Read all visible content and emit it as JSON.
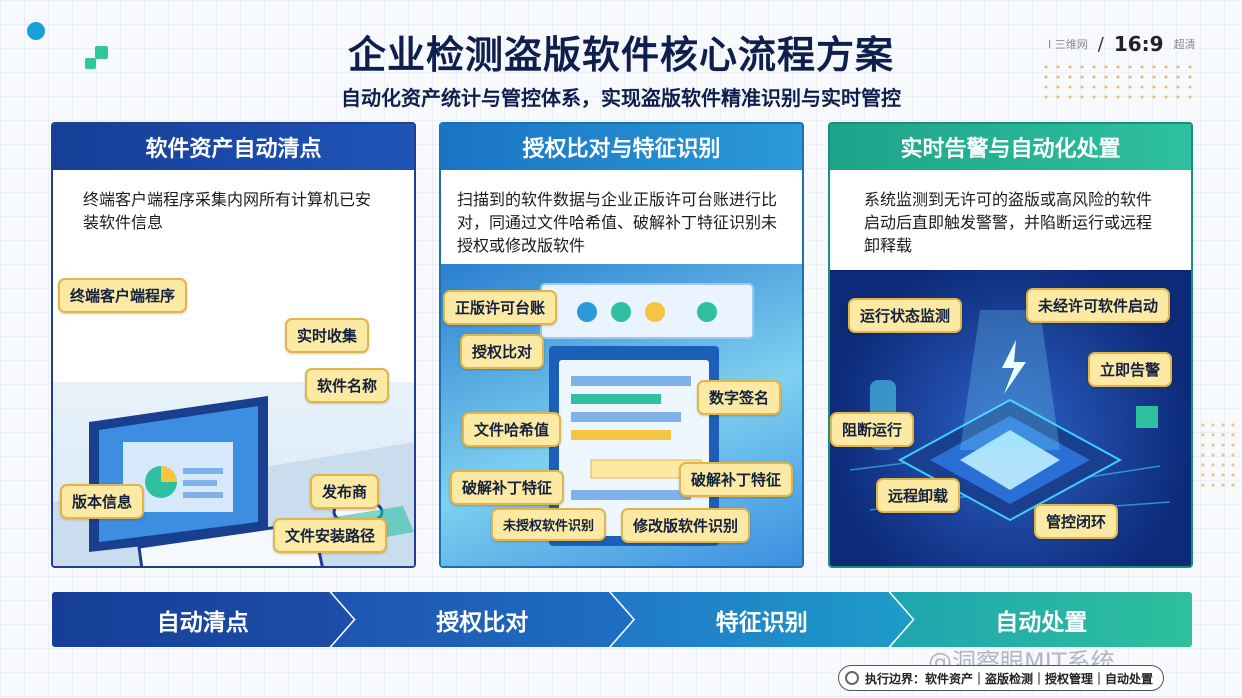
{
  "header": {
    "title": "企业检测盗版软件核心流程方案",
    "subtitle": "自动化资产统计与管控体系，实现盗版软件精准识别与实时管控",
    "brand_text": "I 三维网",
    "slash": "/",
    "ratio": "16:9",
    "ratio_note": "超清"
  },
  "cards": [
    {
      "title": "软件资产自动清点",
      "desc": "终端客户端程序采集内网所有计算机已安装软件信息",
      "tags": [
        "终端客户端程序",
        "实时收集",
        "软件名称",
        "版本信息",
        "发布商",
        "文件安装路径"
      ]
    },
    {
      "title": "授权比对与特征识别",
      "desc": "扫描到的软件数据与企业正版许可台账进行比对，同通过文件哈希值、破解补丁特征识别未授权或修改版软件",
      "tags": [
        "正版许可台账",
        "授权比对",
        "数字签名",
        "文件哈希值",
        "破解补丁特征",
        "破解补丁特征",
        "未授权软件识别",
        "修改版软件识别"
      ]
    },
    {
      "title": "实时告警与自动化处置",
      "desc": "系统监测到无许可的盗版或高风险的软件启动后直即触发警警，并陷断运行或远程卸释载",
      "tags": [
        "运行状态监测",
        "未经许可软件启动",
        "立即告警",
        "阻断运行",
        "远程卸载",
        "管控闭环"
      ]
    }
  ],
  "flow": [
    "自动清点",
    "授权比对",
    "特征识别",
    "自动处置"
  ],
  "watermark": "@洞察眼MIT系统",
  "footer": "执行边界：软件资产｜盗版检测｜授权管理｜自动处置",
  "colors": {
    "navy": "#163e96",
    "blue": "#1a74c4",
    "teal": "#1ea38a",
    "tag_fill": "#fce9a4",
    "tag_border": "#e1b54a"
  }
}
